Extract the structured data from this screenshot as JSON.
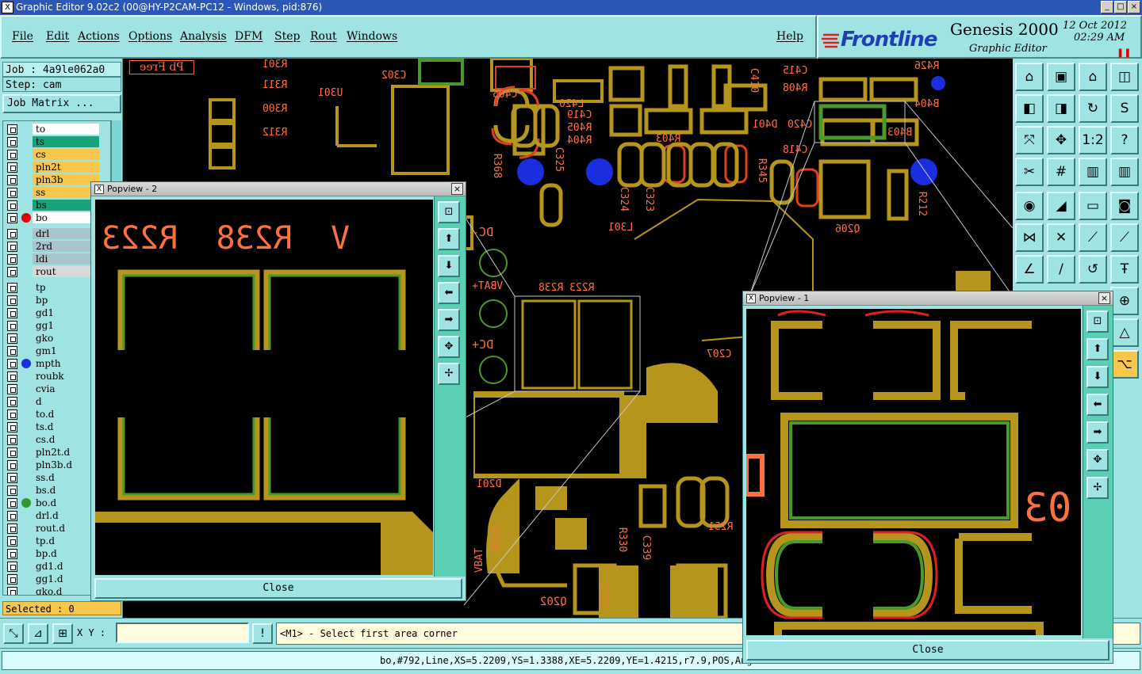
{
  "window": {
    "title": "Graphic Editor 9.02c2 (00@HY-P2CAM-PC12 - Windows, pid:876)",
    "app_icon": "X",
    "buttons": [
      "_",
      "□",
      "×"
    ]
  },
  "menu": [
    "File",
    "Edit",
    "Actions",
    "Options",
    "Analysis",
    "DFM",
    "Step",
    "Rout",
    "Windows",
    "Help"
  ],
  "brand": {
    "logo": "Frontline",
    "product": "Genesis 2000",
    "subtitle": "Graphic Editor",
    "date": "12 Oct 2012",
    "time": "02:29 AM",
    "pause_icon": "pause-icon"
  },
  "job": {
    "job_line": "Job : 4a9le062a0",
    "step_line": "Step: cam",
    "matrix_button": "Job Matrix ..."
  },
  "layers": [
    {
      "name": "to",
      "color": "#ffffff",
      "dot": ""
    },
    {
      "name": "ts",
      "color": "#1aa37a",
      "dot": ""
    },
    {
      "name": "cs",
      "color": "#f7c64a",
      "dot": ""
    },
    {
      "name": "pln2t",
      "color": "#f7c64a",
      "dot": ""
    },
    {
      "name": "pln3b",
      "color": "#f7c64a",
      "dot": ""
    },
    {
      "name": "ss",
      "color": "#f7c64a",
      "dot": ""
    },
    {
      "name": "bs",
      "color": "#1aa37a",
      "dot": ""
    },
    {
      "name": "bo",
      "color": "#ffffff",
      "dot": "#e00000"
    },
    {
      "name": "drl",
      "color": "#a9c4cc",
      "dot": ""
    },
    {
      "name": "2rd",
      "color": "#a9c4cc",
      "dot": ""
    },
    {
      "name": "ldi",
      "color": "#a9c4cc",
      "dot": ""
    },
    {
      "name": "rout",
      "color": "#d9d9d9",
      "dot": ""
    },
    {
      "name": "tp",
      "color": "#9fe3e3",
      "dot": ""
    },
    {
      "name": "bp",
      "color": "#9fe3e3",
      "dot": ""
    },
    {
      "name": "gd1",
      "color": "#9fe3e3",
      "dot": ""
    },
    {
      "name": "gg1",
      "color": "#9fe3e3",
      "dot": ""
    },
    {
      "name": "gko",
      "color": "#9fe3e3",
      "dot": ""
    },
    {
      "name": "gm1",
      "color": "#9fe3e3",
      "dot": ""
    },
    {
      "name": "mpth",
      "color": "#9fe3e3",
      "dot": "#1a2ee0"
    },
    {
      "name": "roubk",
      "color": "#9fe3e3",
      "dot": ""
    },
    {
      "name": "cvia",
      "color": "#9fe3e3",
      "dot": ""
    },
    {
      "name": "d",
      "color": "#9fe3e3",
      "dot": ""
    },
    {
      "name": "to.d",
      "color": "#9fe3e3",
      "dot": ""
    },
    {
      "name": "ts.d",
      "color": "#9fe3e3",
      "dot": ""
    },
    {
      "name": "cs.d",
      "color": "#9fe3e3",
      "dot": ""
    },
    {
      "name": "pln2t.d",
      "color": "#9fe3e3",
      "dot": ""
    },
    {
      "name": "pln3b.d",
      "color": "#9fe3e3",
      "dot": ""
    },
    {
      "name": "ss.d",
      "color": "#9fe3e3",
      "dot": ""
    },
    {
      "name": "bs.d",
      "color": "#9fe3e3",
      "dot": ""
    },
    {
      "name": "bo.d",
      "color": "#9fe3e3",
      "dot": "#2e9a2e"
    },
    {
      "name": "drl.d",
      "color": "#9fe3e3",
      "dot": ""
    },
    {
      "name": "rout.d",
      "color": "#9fe3e3",
      "dot": ""
    },
    {
      "name": "tp.d",
      "color": "#9fe3e3",
      "dot": ""
    },
    {
      "name": "bp.d",
      "color": "#9fe3e3",
      "dot": ""
    },
    {
      "name": "gd1.d",
      "color": "#9fe3e3",
      "dot": ""
    },
    {
      "name": "gg1.d",
      "color": "#9fe3e3",
      "dot": ""
    },
    {
      "name": "gko.d",
      "color": "#9fe3e3",
      "dot": ""
    }
  ],
  "selected": "Selected : 0",
  "xy": {
    "label": "X Y :",
    "value": ""
  },
  "prompt": "<M1> - Select first area corner",
  "status": "bo,#792,Line,XS=5.2209,YS=1.3388,XE=5.2209,YE=1.4215,r7.9,POS,Ang",
  "popview2": {
    "title": "Popview - 2",
    "close": "Close",
    "refs": "V  R238  R223"
  },
  "popview1": {
    "title": "Popview - 1",
    "close": "Close",
    "ref": "03"
  },
  "board_labels": {
    "pb_free": "Pb Free",
    "u301": "U301",
    "r311": "R311",
    "r300": "R300",
    "r312": "R312",
    "r301": "R301",
    "c302": "C302",
    "c405": "C405",
    "l420": "L420",
    "c419": "C419",
    "r405": "R405",
    "r404": "R404",
    "c325": "C325",
    "r368": "R368",
    "c415": "C415",
    "r408": "R408",
    "c410": "C410",
    "r426": "R426",
    "b404": "B404",
    "b403": "B403",
    "d401": "D401",
    "c420": "C420",
    "c418": "C418",
    "r345": "R345",
    "q206": "Q206",
    "r212": "R212",
    "c324": "C324",
    "c323": "C323",
    "l301": "L301",
    "r403": "R403",
    "dc_minus": "DC-",
    "dc_plus": "DC+",
    "vbat_plus": "VBAT+",
    "r223_238": "R223 R238",
    "c207": "C207",
    "d201": "D201",
    "r330": "R330",
    "c339": "C339",
    "r251": "R251",
    "q202": "Q202",
    "vbat": "VBAT",
    "c222": "C222",
    "r208": "R208"
  },
  "colors": {
    "pad": "#b5951c",
    "mask_green": "#4a9a2a",
    "silk": "#ff7040",
    "via": "#1a2ee0",
    "panel": "#9fe3e3",
    "accent": "#f7c64a"
  }
}
